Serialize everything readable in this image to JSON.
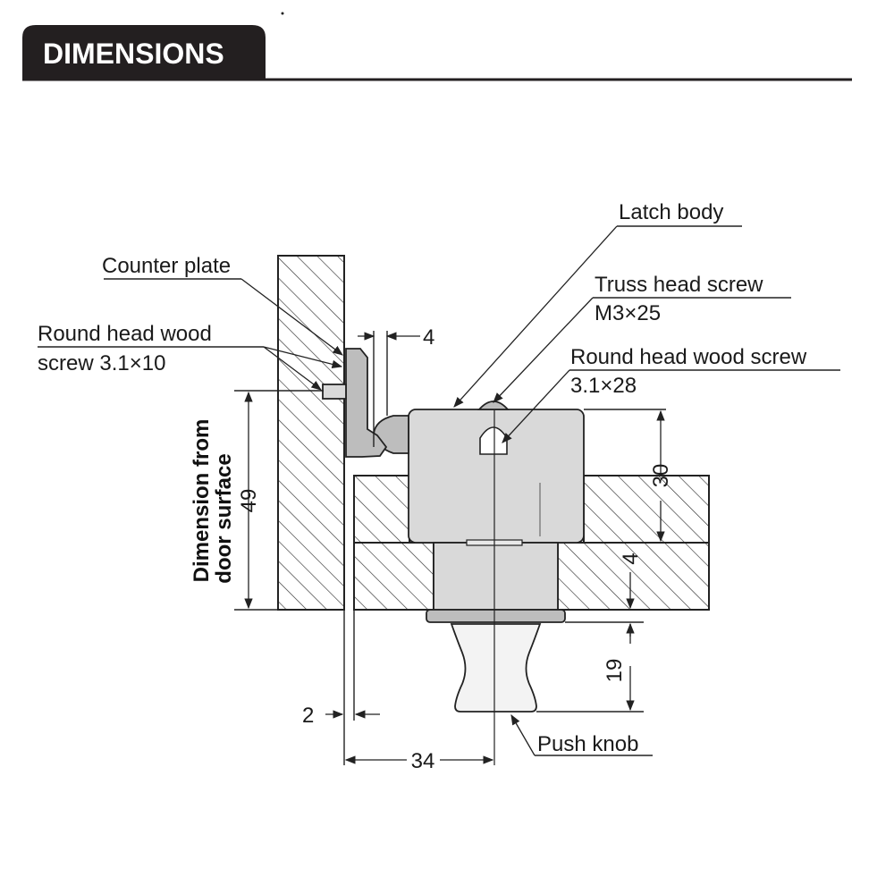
{
  "header": {
    "title": "DIMENSIONS"
  },
  "labels": {
    "latch_body": "Latch body",
    "counter_plate": "Counter plate",
    "truss_screw_line1": "Truss head screw",
    "truss_screw_line2": "M3×25",
    "round_screw_small_line1": "Round head wood",
    "round_screw_small_line2": "screw 3.1×10",
    "round_screw_large_line1": "Round head wood screw",
    "round_screw_large_line2": "3.1×28",
    "push_knob": "Push knob",
    "door_surface_line1": "Dimension from",
    "door_surface_line2": "door surface"
  },
  "dimensions": {
    "gap_top": "4",
    "height_49": "49",
    "body_30": "30",
    "panel_4": "4",
    "knob_19": "19",
    "gap_2": "2",
    "width_34": "34"
  }
}
